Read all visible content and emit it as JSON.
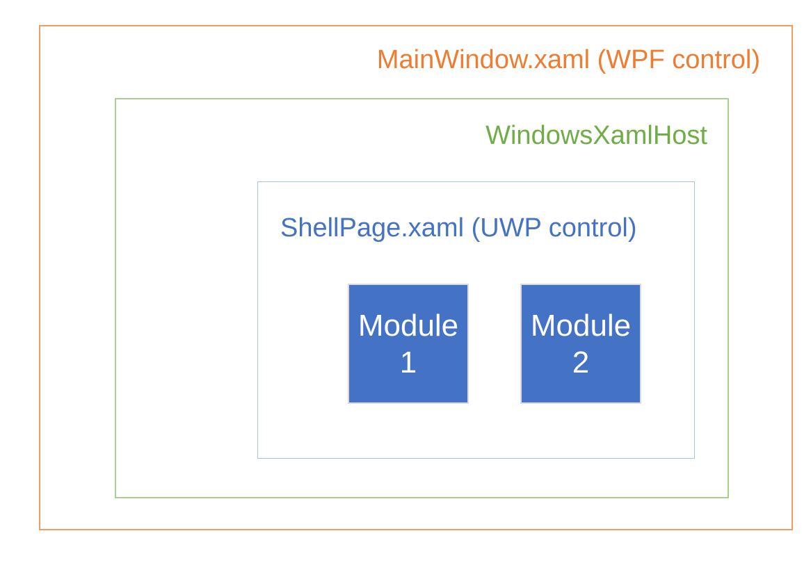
{
  "diagram": {
    "outer": {
      "label": "MainWindow.xaml (WPF control)"
    },
    "host": {
      "label": "WindowsXamlHost"
    },
    "inner": {
      "label": "ShellPage.xaml (UWP control)"
    },
    "modules": [
      {
        "line1": "Module",
        "line2": "1"
      },
      {
        "line1": "Module",
        "line2": "2"
      }
    ]
  },
  "colors": {
    "background": "#FFFFFF",
    "outer_text": "#ED7D31",
    "outer_border": "#F09D63",
    "host_text": "#70AD47",
    "host_border": "#A9D18E",
    "inner_text": "#4472C4",
    "inner_border": "#A8C3E2",
    "module_fill": "#4472C4",
    "module_border": "#DBDBDB",
    "module_text": "#FFFFFF"
  }
}
